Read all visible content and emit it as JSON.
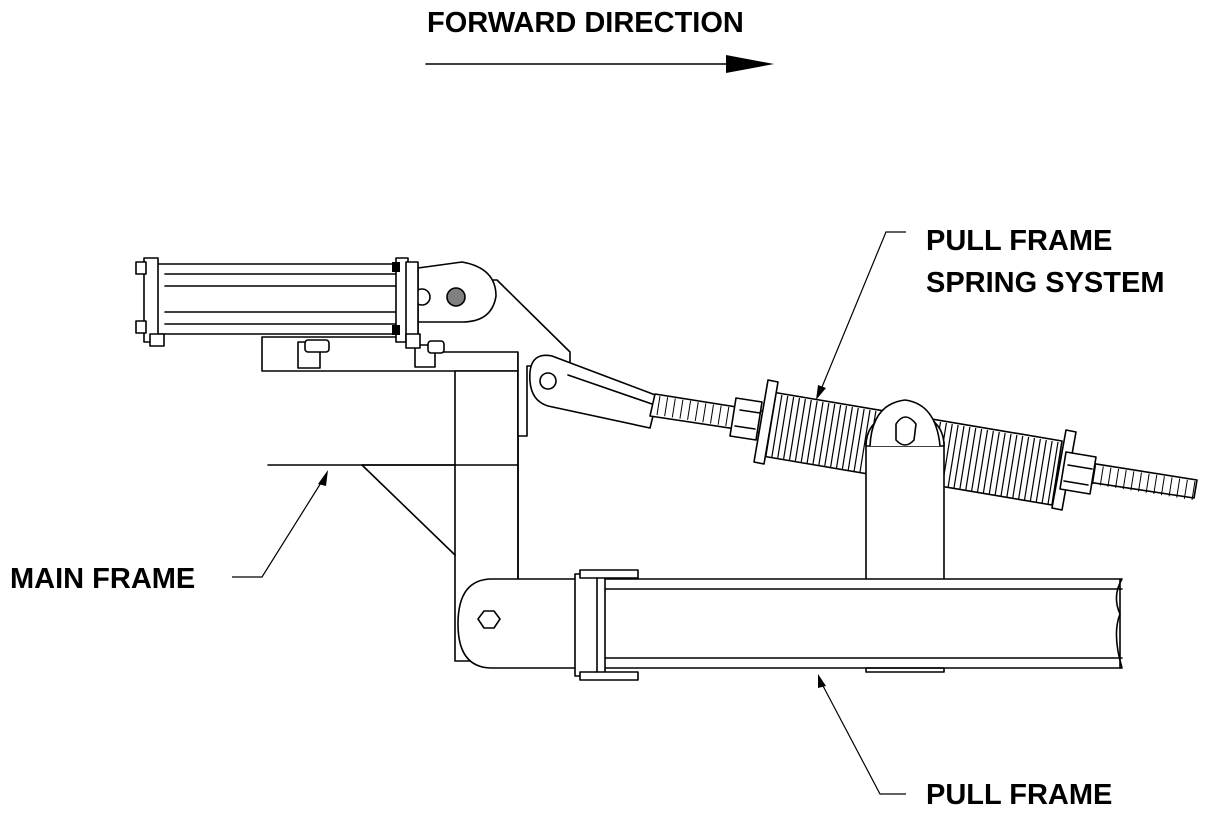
{
  "labels": {
    "forward_direction": "FORWARD DIRECTION",
    "pull_frame_spring_line1": "PULL FRAME",
    "pull_frame_spring_line2": "SPRING SYSTEM",
    "main_frame": "MAIN FRAME",
    "pull_frame": "PULL FRAME"
  },
  "colors": {
    "ink": "#000000",
    "paper": "#ffffff",
    "pin_fill": "#808080"
  }
}
